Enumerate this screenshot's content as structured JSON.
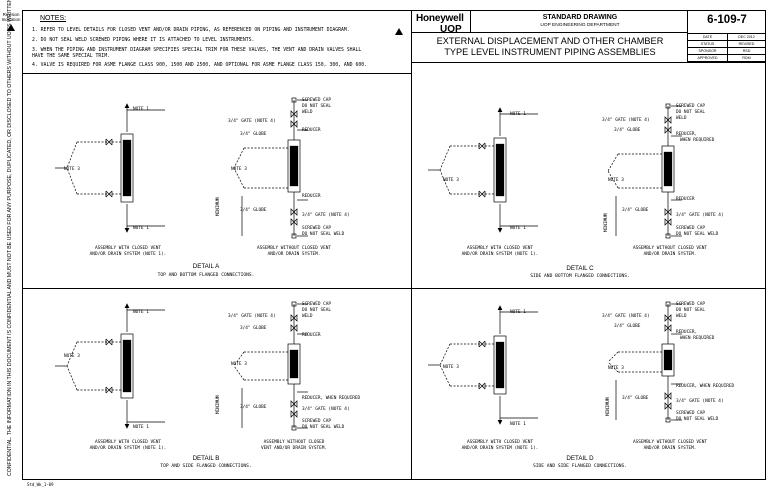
{
  "revision_label": "Revision Indication",
  "side_notice": "CONFIDENTIAL. THE INFORMATION IN THIS DOCUMENT IS CONFIDENTIAL AND MUST NOT BE USED FOR ANY PURPOSE, DUPLICATED, OR DISCLOSED TO OTHERS WITHOUT UOP'S WRITTEN PERMISSION",
  "notes": {
    "title": "NOTES:",
    "items": [
      "1. REFER TO LEVEL DETAILS FOR CLOSED VENT AND/OR DRAIN PIPING, AS REFERENCED ON PIPING AND INSTRUMENT DIAGRAM.",
      "2. DO NOT SEAL WELD SCREWED PIPING WHERE IT IS ATTACHED TO LEVEL INSTRUMENTS.",
      "3. WHEN THE PIPING AND INSTRUMENT DIAGRAM SPECIFIES SPECIAL TRIM FOR THESE VALVES, THE VENT AND DRAIN VALVES SHALL",
      "    HAVE THE SAME SPECIAL TRIM.",
      "4. VALVE IS REQUIRED FOR ASME FLANGE CLASS 900, 1500 AND 2500, AND OPTIONAL FOR ASME FLANGE CLASS 150, 300, AND 600."
    ]
  },
  "title_block": {
    "brand": "Honeywell",
    "sub_brand": "UOP",
    "standard": "STANDARD DRAWING",
    "department": "UOP ENGINEERING DEPARTMENT",
    "title_line1": "EXTERNAL DISPLACEMENT AND OTHER CHAMBER",
    "title_line2": "TYPE LEVEL INSTRUMENT PIPING ASSEMBLIES",
    "drawing_number": "6-109-7",
    "info": [
      {
        "label": "DATE",
        "value": "DEC 2012"
      },
      {
        "label": "STATUS",
        "value": "REVISED"
      },
      {
        "label": "SPONSOR",
        "value": "RSD"
      },
      {
        "label": "APPROVED",
        "value": "RDM"
      }
    ]
  },
  "details": [
    {
      "name": "DETAIL A",
      "desc": "TOP AND BOTTOM FLANGED CONNECTIONS.",
      "cap_left": [
        "ASSEMBLY WITH CLOSED VENT",
        "AND/OR DRAIN SYSTEM (NOTE 1)."
      ],
      "cap_right": [
        "ASSEMBLY WITHOUT CLOSED VENT",
        "AND/OR DRAIN SYSTEM."
      ],
      "labels": {
        "note1": "NOTE 1",
        "note3": "NOTE 3",
        "cap_top": [
          "SCREWED CAP",
          "DO NOT SEAL",
          "WELD"
        ],
        "gate": "3/4\" GATE (NOTE 4)",
        "globe": "3/4\" GLOBE",
        "reducer_top": "REDUCER",
        "reducer_bottom": "REDUCER",
        "globe_bottom": "3/4\" GLOBE",
        "gate_bottom": "3/4\" GATE  (NOTE 4)",
        "cap_bottom": [
          "SCREWED CAP",
          "DO NOT SEAL WELD"
        ],
        "minimum": "MINIMUM"
      }
    },
    {
      "name": "DETAIL B",
      "desc": "TOP AND SIDE FLANGED CONNECTIONS.",
      "cap_left": [
        "ASSEMBLY WITH CLOSED VENT",
        "AND/OR DRAIN SYSTEM (NOTE 1)."
      ],
      "cap_right": [
        "ASSEMBLY WITHOUT CLOSED",
        "VENT AND/OR DRAIN SYSTEM."
      ],
      "labels": {
        "note1": "NOTE 1",
        "note3": "NOTE 3",
        "cap_top": [
          "SCREWED CAP",
          "DO NOT SEAL",
          "WELD"
        ],
        "gate": "3/4\" GATE (NOTE 4)",
        "globe": "3/4\" GLOBE",
        "reducer_top": "REDUCER",
        "reducer_bottom": "REDUCER, WHEN REQUIRED",
        "globe_bottom": "3/4\" GLOBE",
        "gate_bottom": "3/4\" GATE (NOTE 4)",
        "cap_bottom": [
          "SCREWED CAP",
          "DO NOT SEAL WELD"
        ],
        "minimum": "MINIMUM"
      }
    },
    {
      "name": "DETAIL C",
      "desc": "SIDE AND BOTTOM FLANGED CONNECTIONS.",
      "cap_left": [
        "ASSEMBLY WITH CLOSED VENT",
        "AND/OR DRAIN SYSTEM (NOTE 1)."
      ],
      "cap_right": [
        "ASSEMBLY WITHOUT CLOSED VENT",
        "AND/OR DRAIN SYSTEM."
      ],
      "labels": {
        "note1": "NOTE 1",
        "note3": "NOTE 3",
        "cap_top": [
          "SCREWED CAP",
          "DO NOT SEAL",
          "WELD"
        ],
        "gate": "3/4\" GATE (NOTE 4)",
        "globe": "3/4\" GLOBE",
        "reducer_top": [
          "REDUCER,",
          "WHEN REQUIRED"
        ],
        "reducer_bottom": "REDUCER",
        "globe_bottom": "3/4\" GLOBE",
        "gate_bottom": "3/4\" GATE (NOTE 4)",
        "cap_bottom": [
          "SCREWED CAP",
          "DO NOT SEAL WELD"
        ],
        "minimum": "MINIMUM"
      }
    },
    {
      "name": "DETAIL D",
      "desc": "SIDE AND SIDE FLANGED CONNECTIONS.",
      "cap_left": [
        "ASSEMBLY WITH CLOSED VENT",
        "AND/OR DRAIN SYSTEM (NOTE 1)."
      ],
      "cap_right": [
        "ASSEMBLY WITHOUT CLOSED VENT",
        "AND/OR DRAIN SYSTEM."
      ],
      "labels": {
        "note1": "NOTE 1",
        "note3": "NOTE 3",
        "cap_top": [
          "SCREWED CAP",
          "DO NOT SEAL",
          "WELD"
        ],
        "gate": "3/4\" GATE (NOTE 4)",
        "globe": "3/4\" GLOBE",
        "reducer_top": [
          "REDUCER,",
          "WHEN REQUIRED"
        ],
        "reducer_bottom": "REDUCER, WHEN REQUIRED",
        "globe_bottom": "3/4\" GLOBE",
        "gate_bottom": "3/4\" GATE (NOTE 4)",
        "cap_bottom": [
          "SCREWED CAP",
          "DO NOT SEAL WELD"
        ],
        "minimum": "MINIMUM"
      }
    }
  ],
  "footer": "Std_Wk_1-09"
}
